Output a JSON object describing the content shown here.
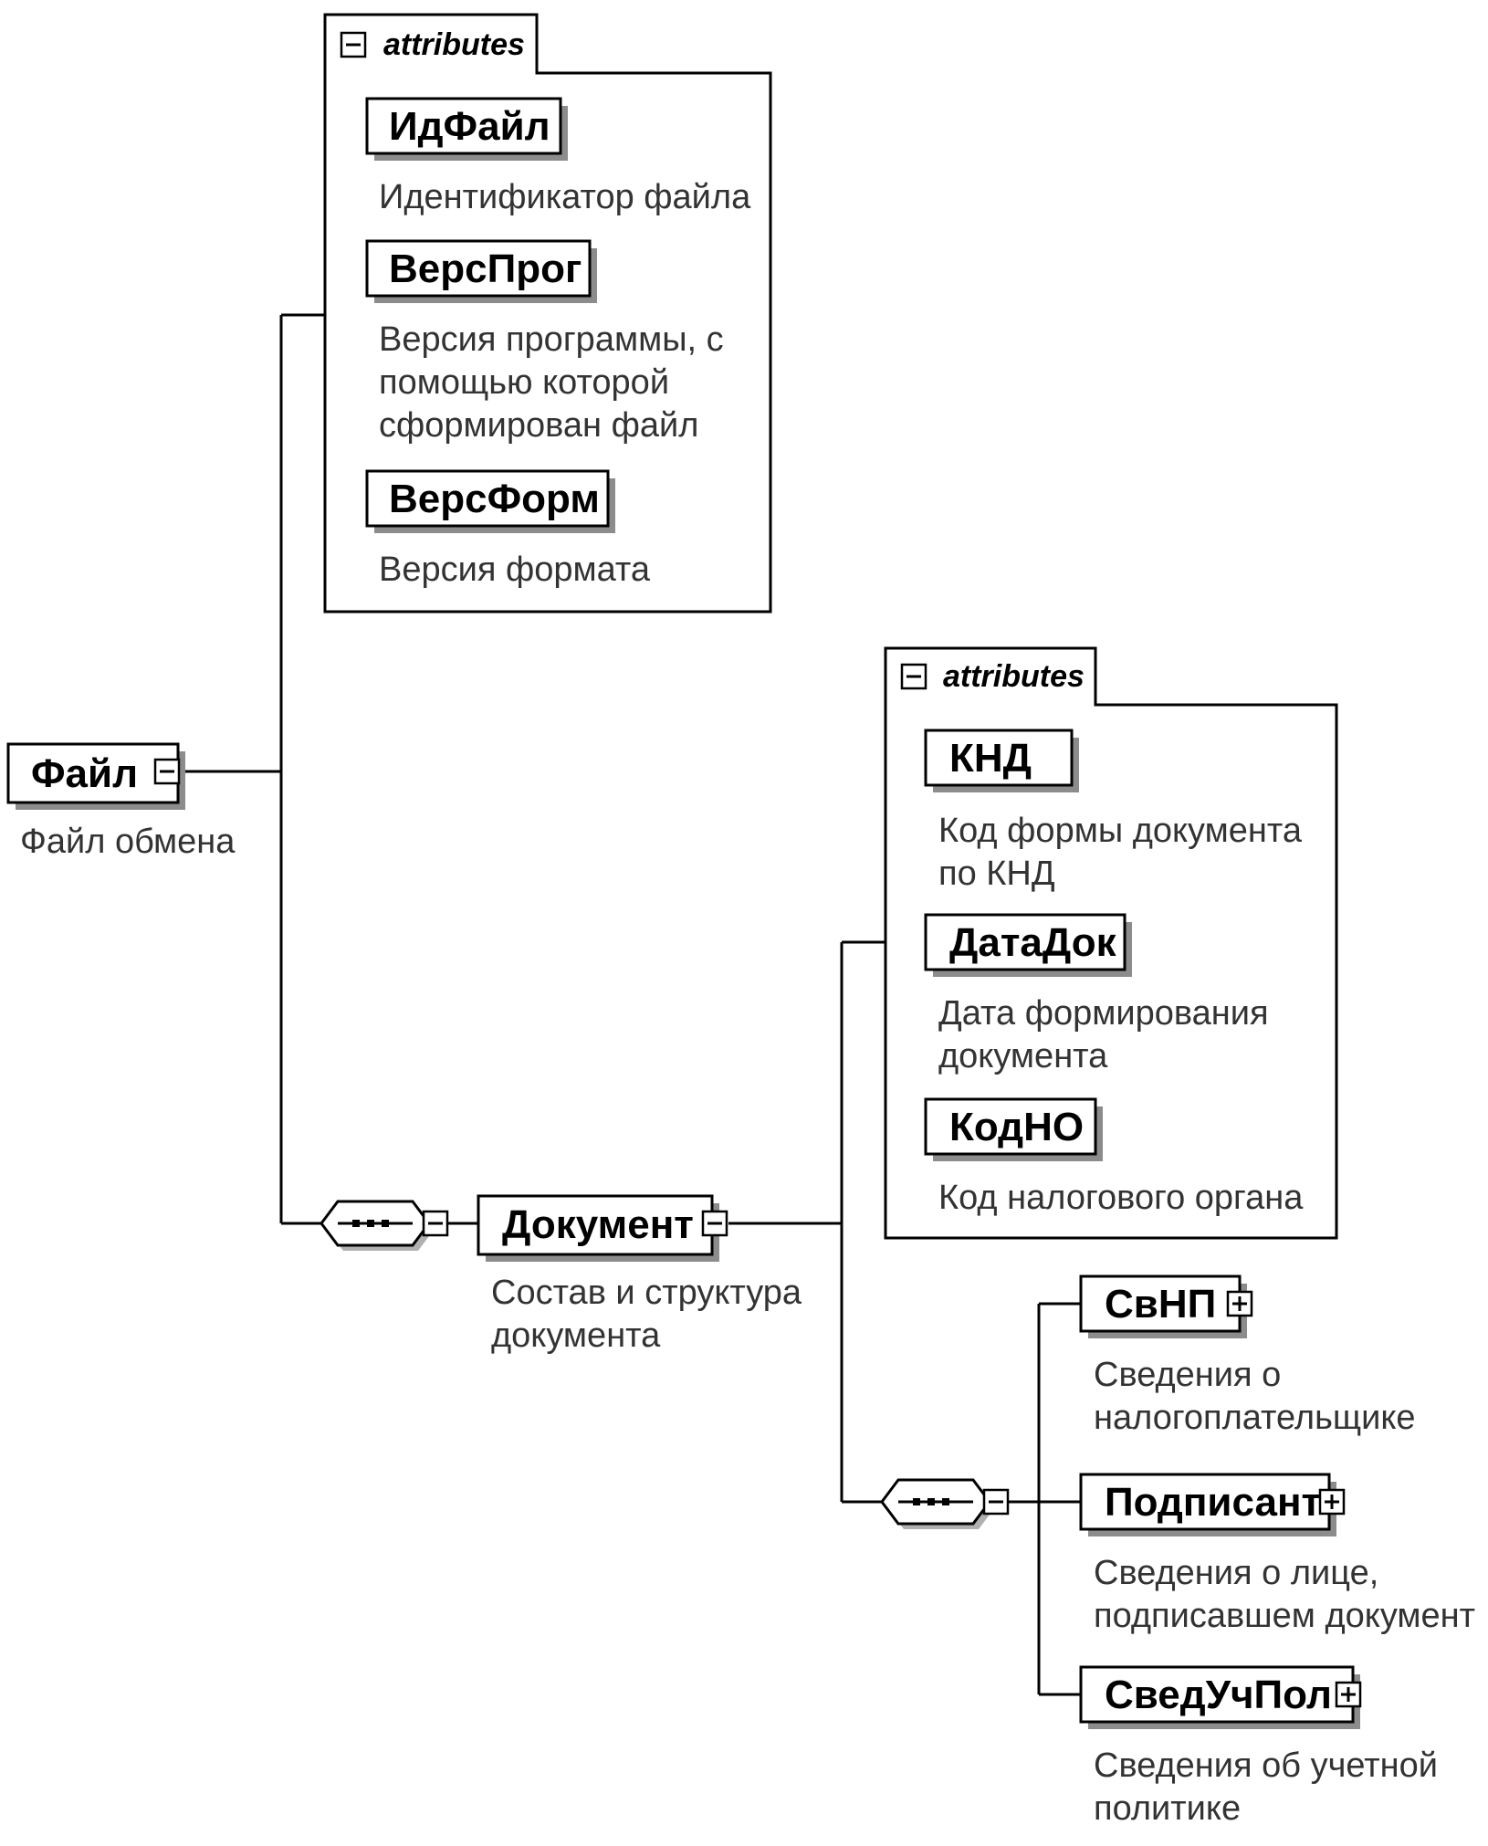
{
  "root": {
    "name": "Файл",
    "description": "Файл обмена",
    "toggle": "collapse"
  },
  "attributes_label": "attributes",
  "file_attributes": [
    {
      "name": "ИдФайл",
      "description": [
        "Идентификатор файла"
      ]
    },
    {
      "name": "ВерсПрог",
      "description": [
        "Версия программы, с",
        "помощью которой",
        "сформирован файл"
      ]
    },
    {
      "name": "ВерсФорм",
      "description": [
        "Версия формата"
      ]
    }
  ],
  "document": {
    "name": "Документ",
    "description": [
      "Состав и структура",
      "документа"
    ],
    "toggle": "collapse"
  },
  "document_attributes": [
    {
      "name": "КНД",
      "description": [
        "Код формы документа",
        "по КНД"
      ]
    },
    {
      "name": "ДатаДок",
      "description": [
        "Дата формирования",
        "документа"
      ]
    },
    {
      "name": "КодНО",
      "description": [
        "Код налогового органа"
      ]
    }
  ],
  "document_children": [
    {
      "name": "СвНП",
      "description": [
        "Сведения о",
        "налогоплательщике"
      ],
      "toggle": "expand"
    },
    {
      "name": "Подписант",
      "description": [
        "Сведения о лице,",
        "подписавшем документ"
      ],
      "toggle": "expand"
    },
    {
      "name": "СведУчПол",
      "description": [
        "Сведения об учетной",
        "политике"
      ],
      "toggle": "expand"
    }
  ],
  "sequence_compositor": {
    "icon": "sequence-icon",
    "toggle": "collapse"
  }
}
